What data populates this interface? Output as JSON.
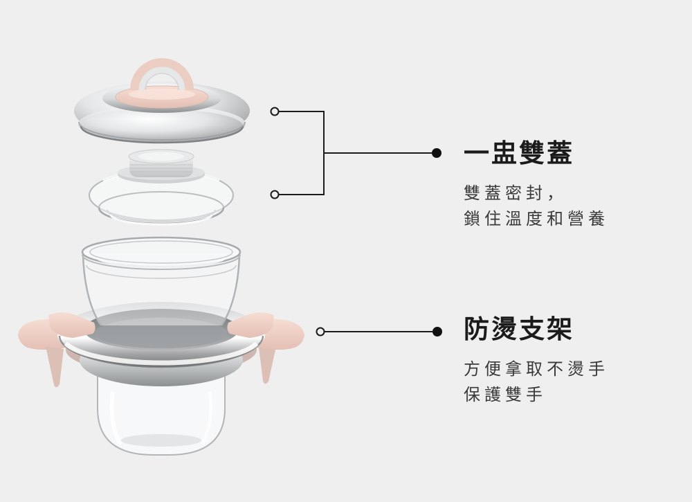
{
  "colors": {
    "background": "#efefef",
    "heading_text": "#1b1b1b",
    "body_text": "#3a3a3a",
    "connector_line": "#1a1a1a",
    "accent_pink": "#eccdc2",
    "steel_gray": "#c3c5c7"
  },
  "illustration": {
    "parts": [
      "steel-outer-lid",
      "glass-inner-lid",
      "glass-pot",
      "anti-scald-bracket"
    ]
  },
  "callouts": [
    {
      "title": "一盅雙蓋",
      "lines": [
        "雙蓋密封，",
        "鎖住溫度和營養"
      ]
    },
    {
      "title": "防燙支架",
      "lines": [
        "方便拿取不燙手",
        "保護雙手"
      ]
    }
  ]
}
